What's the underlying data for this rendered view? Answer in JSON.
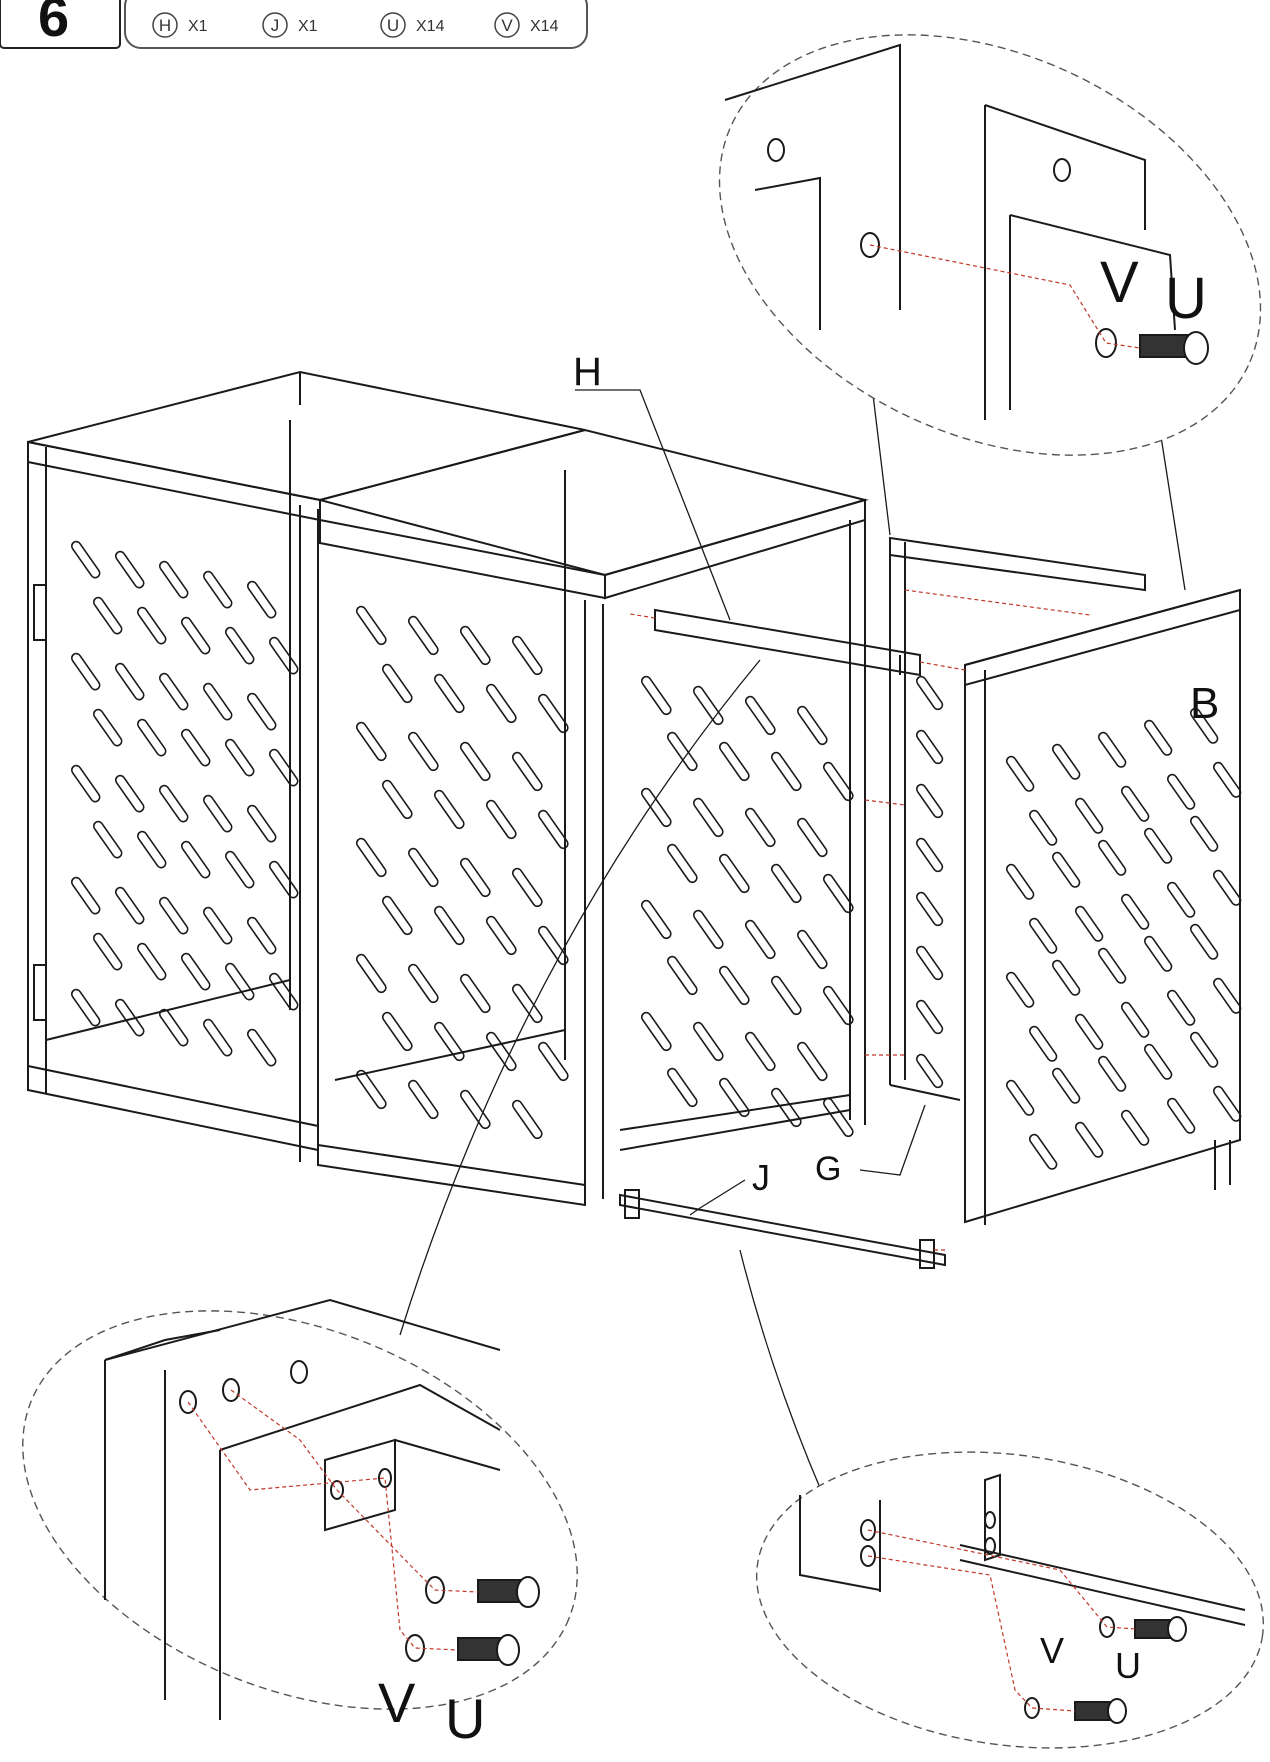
{
  "step": {
    "number": "6"
  },
  "parts_list": [
    {
      "code": "H",
      "qty": "X1"
    },
    {
      "code": "J",
      "qty": "X1"
    },
    {
      "code": "U",
      "qty": "X14"
    },
    {
      "code": "V",
      "qty": "X14"
    }
  ],
  "callouts": {
    "H": "H",
    "J": "J",
    "G": "G",
    "B": "B"
  },
  "detail_top": {
    "washer": "V",
    "bolt": "U"
  },
  "detail_bottom_left": {
    "washer": "V",
    "bolt": "U"
  },
  "detail_bottom_right": {
    "washer": "V",
    "bolt": "U"
  },
  "colors": {
    "line": "#1a1a1a",
    "dash_guide": "#c0392b",
    "outline": "#555555"
  }
}
